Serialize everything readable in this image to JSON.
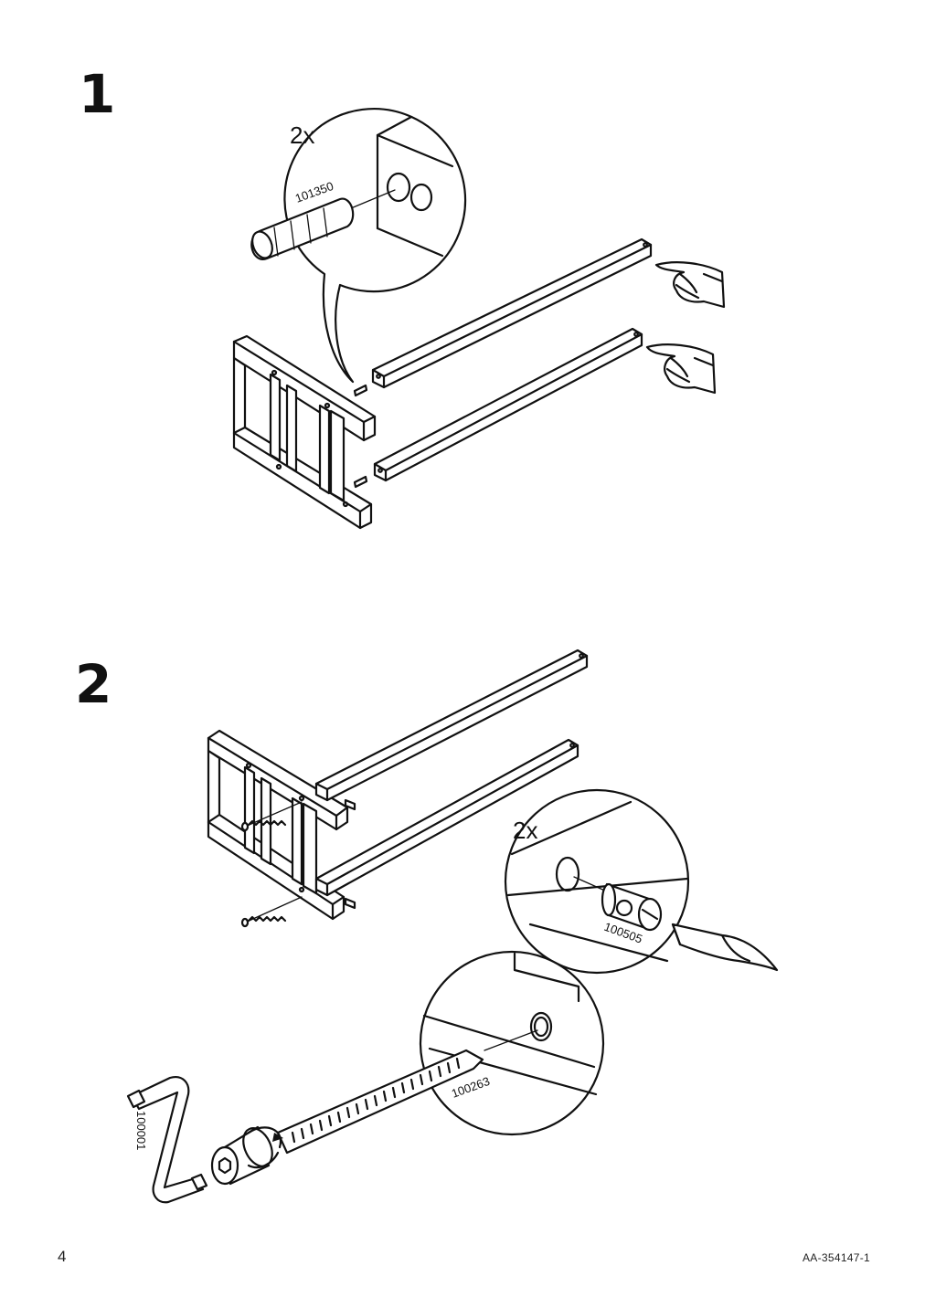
{
  "page": {
    "page_number": "4",
    "doc_code": "AA-354147-1"
  },
  "steps": [
    {
      "number": "1",
      "callout_qty": "2x",
      "part_number": "101350"
    },
    {
      "number": "2",
      "callout_qty": "2x",
      "part_number_nut": "100505",
      "part_number_bolt": "100263",
      "part_number_key": "100001"
    }
  ]
}
